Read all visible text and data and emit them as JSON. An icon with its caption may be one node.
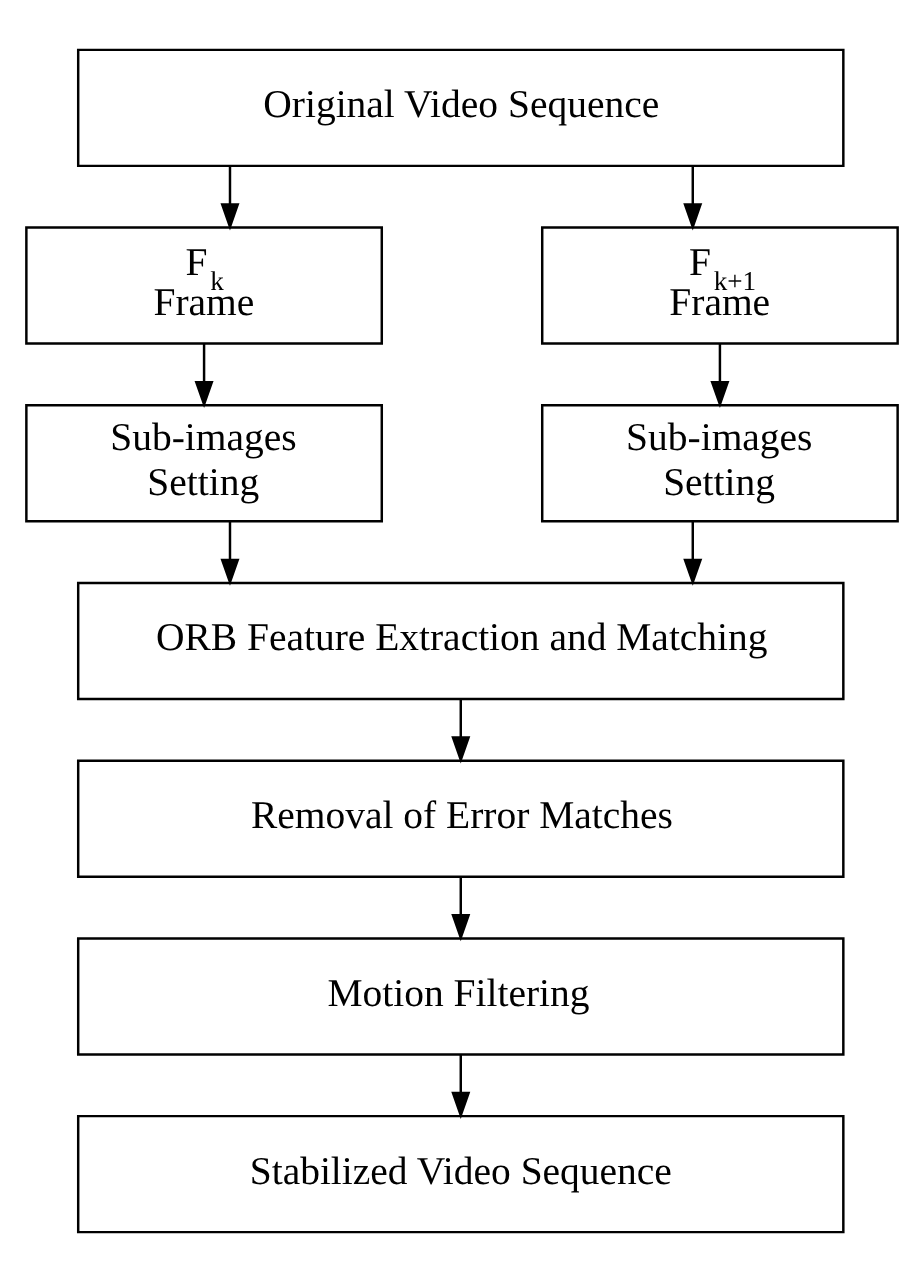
{
  "diagram": {
    "nodes": [
      {
        "text": [
          "Original Video Sequence"
        ]
      },
      {
        "text": [
          "F$_{k}$ Frame"
        ]
      },
      {
        "text": [
          "F$_{k+1}$ Frame"
        ]
      },
      {
        "text": [
          "Sub-images Setting"
        ]
      },
      {
        "text": [
          "Sub-images Setting"
        ]
      },
      {
        "text": [
          "ORB Feature Extraction and Matching"
        ]
      },
      {
        "text": [
          "Removal of Error Matches"
        ]
      },
      {
        "text": [
          "Motion Filtering"
        ]
      },
      {
        "text": [
          "Stabilized Video Sequence"
        ]
      }
    ],
    "edges": [
      {
        "from": 0,
        "to": 1,
        "arrow": "to"
      },
      {
        "from": 0,
        "to": 2,
        "arrow": "to"
      },
      {
        "from": 1,
        "to": 3,
        "arrow": "to"
      },
      {
        "from": 2,
        "to": 4,
        "arrow": "to"
      },
      {
        "from": 3,
        "to": 5,
        "arrow": "to"
      },
      {
        "from": 4,
        "to": 5,
        "arrow": "to"
      },
      {
        "from": 5,
        "to": 6,
        "arrow": "to"
      },
      {
        "from": 6,
        "to": 7,
        "arrow": "to"
      },
      {
        "from": 7,
        "to": 8,
        "arrow": "to"
      }
    ]
  }
}
